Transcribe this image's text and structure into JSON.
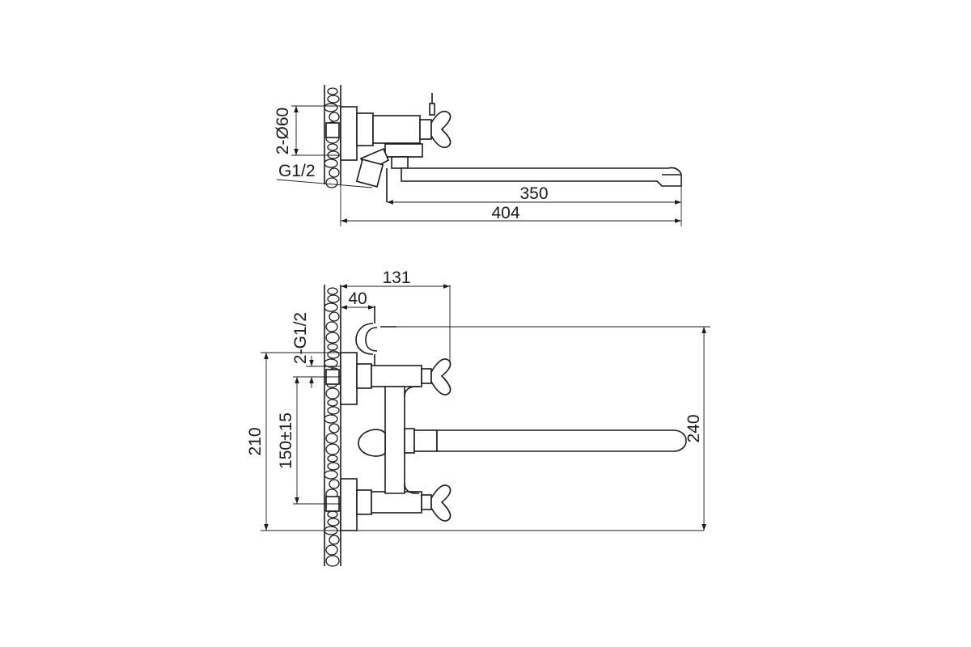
{
  "top_view": {
    "dims": {
      "inlet_diameter": "2-Ø60",
      "inlet_thread": "G1/2",
      "spout_length": "350",
      "overall_length": "404"
    }
  },
  "front_view": {
    "dims": {
      "handle_offset": "131",
      "holder_offset": "40",
      "inlet_threads": "2-G1/2",
      "mount_height": "210",
      "center_distance": "150±15",
      "overall_height": "240"
    }
  }
}
